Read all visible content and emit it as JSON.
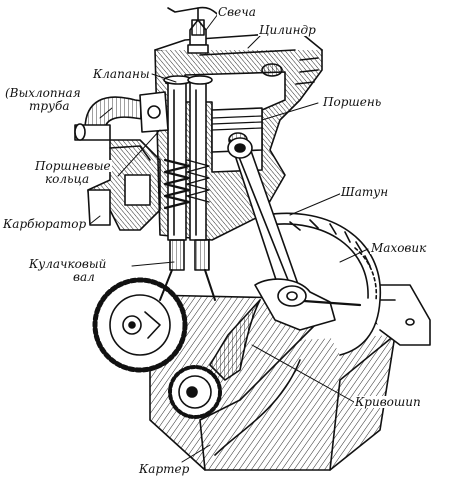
{
  "diagram": {
    "labels": {
      "svecha": "Свеча",
      "cilindr": "Цилиндр",
      "klapany": "Клапаны",
      "vyhlopnaya_truba_1": "(Выхлопная",
      "vyhlopnaya_truba_2": "труба",
      "porshen": "Поршень",
      "porshnevye_kolca_1": "Поршневые",
      "porshnevye_kolca_2": "кольца",
      "karbyurator": "Карбюратор",
      "shatun": "Шатун",
      "mahovik": "Маховик",
      "kulachkovy_val_1": "Кулачковый",
      "kulachkovy_val_2": "вал",
      "krivoship": "Кривошип",
      "karter": "Картер"
    },
    "colors": {
      "ink": "#111111",
      "paper": "#ffffff"
    }
  }
}
